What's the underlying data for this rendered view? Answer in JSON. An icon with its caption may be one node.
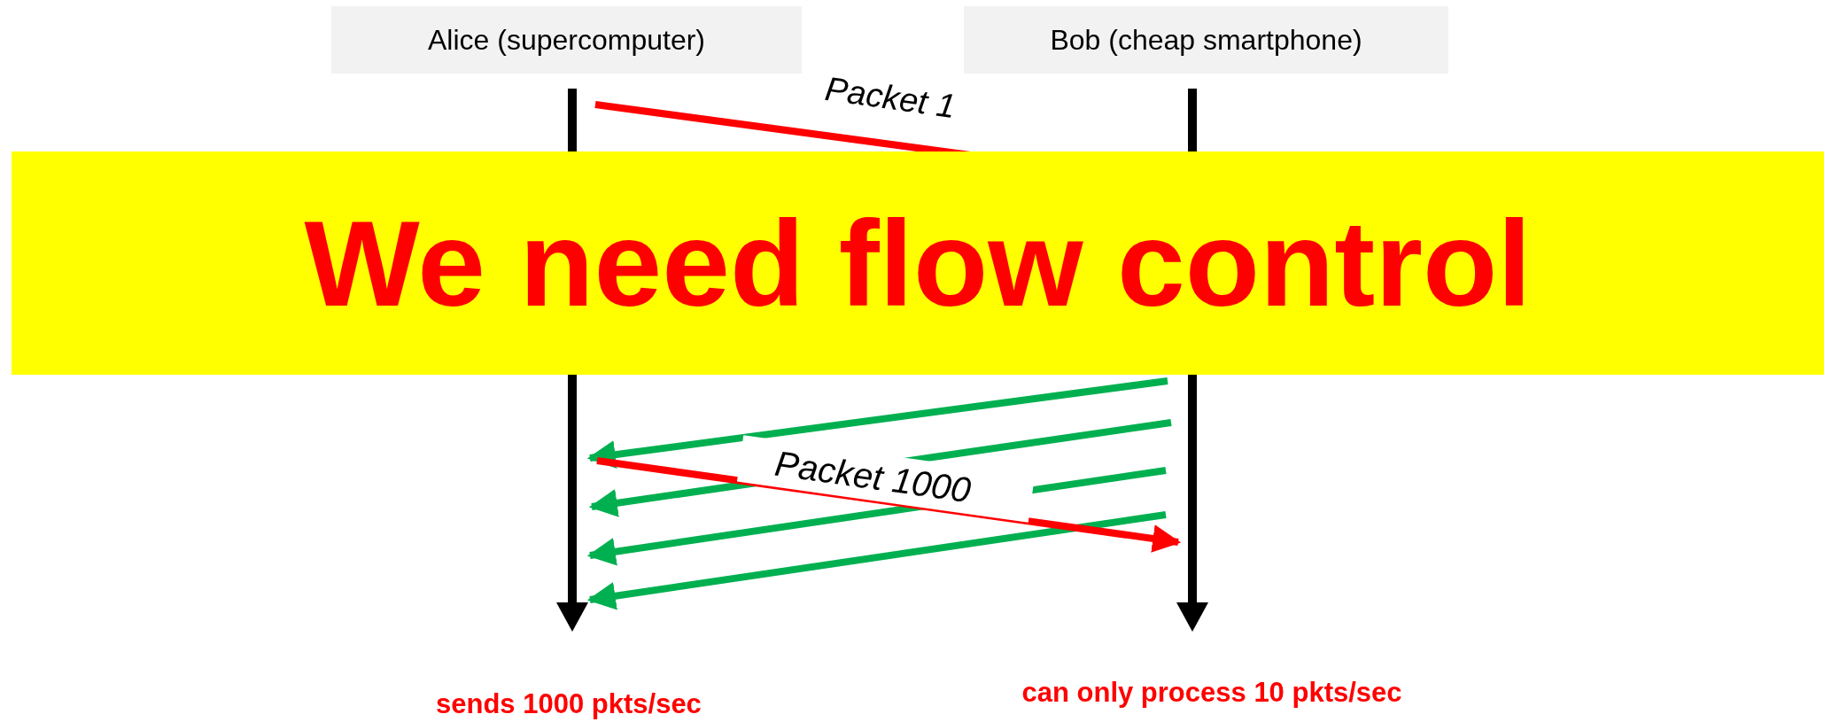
{
  "diagram": {
    "nodes": [
      {
        "text": [
          "Alice (supercomputer)"
        ]
      },
      {
        "text": [
          "Bob (cheap smartphone)"
        ]
      },
      {
        "text": [
          "We need flow control"
        ]
      }
    ],
    "labels": [
      "Packet 1",
      "Packet 1000",
      "sends 1000 pkts/sec",
      "can only process 10 pkts/sec"
    ]
  }
}
